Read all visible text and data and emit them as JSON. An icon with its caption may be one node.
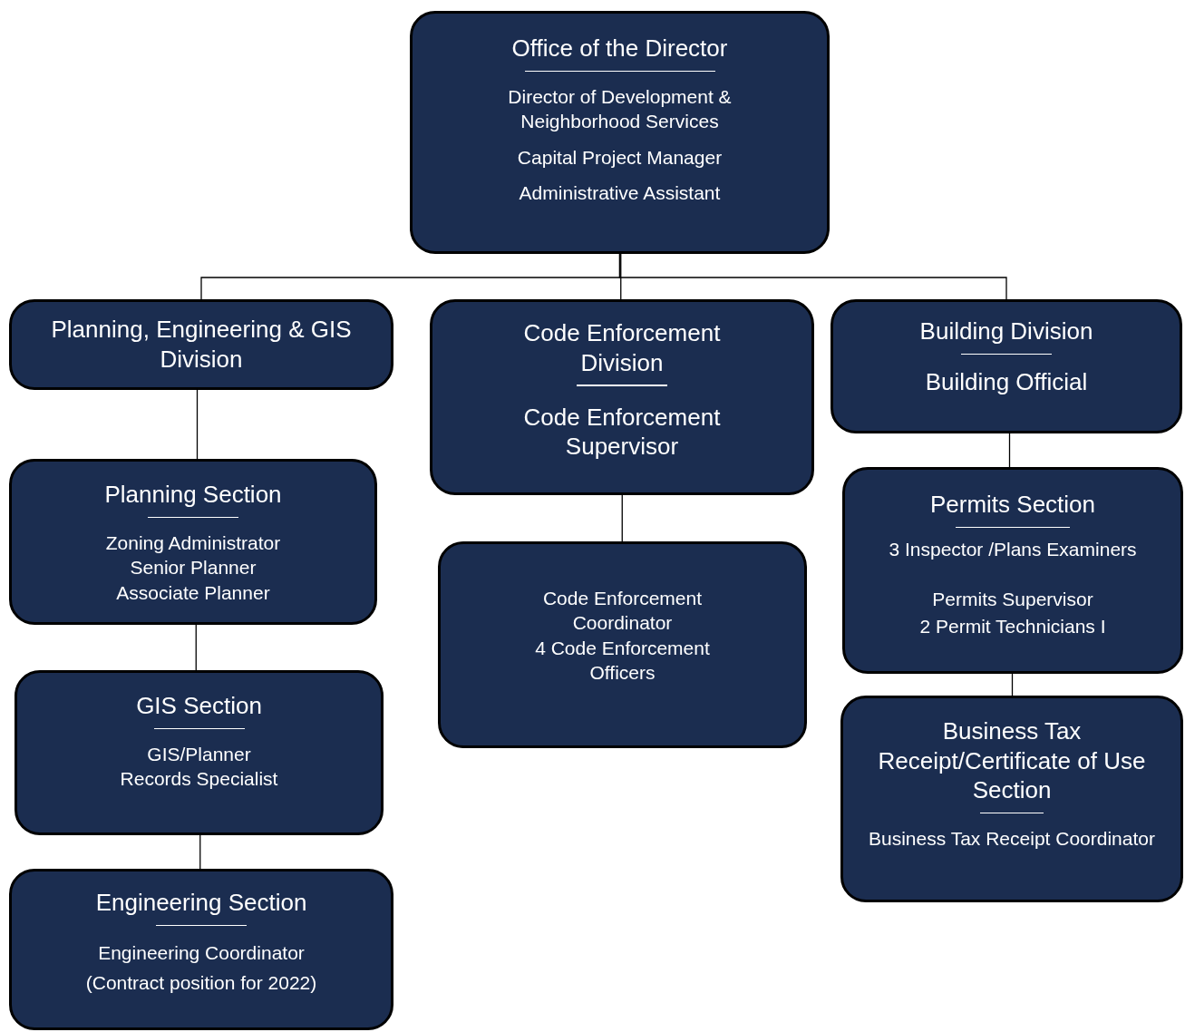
{
  "diagram": {
    "nodes": [
      {
        "text": [
          "Office of the Director",
          "Director of Development & Neighborhood Services",
          "Capital Project Manager",
          "Administrative Assistant"
        ]
      },
      {
        "text": [
          "Planning, Engineering & GIS Division"
        ]
      },
      {
        "text": [
          "Code Enforcement Division",
          "Code Enforcement Supervisor"
        ]
      },
      {
        "text": [
          "Building Division",
          "Building Official"
        ]
      },
      {
        "text": [
          "Planning Section",
          "Zoning Administrator",
          "Senior Planner",
          "Associate Planner"
        ]
      },
      {
        "text": [
          "GIS Section",
          "GIS/Planner",
          "Records Specialist"
        ]
      },
      {
        "text": [
          "Engineering Section",
          "Engineering Coordinator",
          "(Contract position for 2022)"
        ]
      },
      {
        "text": [
          "Code Enforcement Coordinator",
          "4 Code Enforcement Officers"
        ]
      },
      {
        "text": [
          "Permits Section",
          "3 Inspector /Plans Examiners",
          "Permits Supervisor",
          "2 Permit Technicians I"
        ]
      },
      {
        "text": [
          "Business Tax Receipt/Certificate of Use Section",
          "Business Tax Receipt Coordinator"
        ]
      }
    ],
    "edges": [
      {
        "from": 0,
        "to": 1,
        "arrow": "none"
      },
      {
        "from": 0,
        "to": 2,
        "arrow": "none"
      },
      {
        "from": 0,
        "to": 3,
        "arrow": "none"
      },
      {
        "from": 1,
        "to": 4,
        "arrow": "none"
      },
      {
        "from": 4,
        "to": 5,
        "arrow": "none"
      },
      {
        "from": 5,
        "to": 6,
        "arrow": "none"
      },
      {
        "from": 2,
        "to": 7,
        "arrow": "none"
      },
      {
        "from": 3,
        "to": 8,
        "arrow": "none"
      },
      {
        "from": 8,
        "to": 9,
        "arrow": "none"
      }
    ]
  }
}
